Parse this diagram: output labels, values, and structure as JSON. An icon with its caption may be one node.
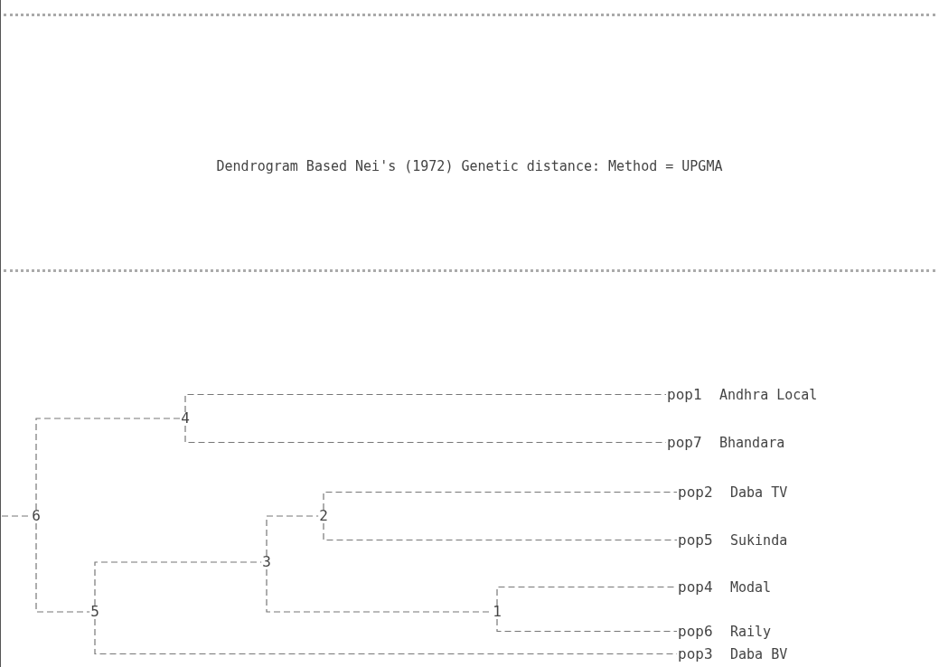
{
  "diagram": {
    "title": "Dendrogram Based Nei's (1972) Genetic distance: Method = UPGMA",
    "nodes": [
      {
        "text": [
          "pop1"
        ],
        "beside": [
          "Andhra Local"
        ]
      },
      {
        "text": [
          "4"
        ]
      },
      {
        "text": [
          "pop7"
        ],
        "beside": [
          "Bhandara"
        ]
      },
      {
        "text": [
          "pop2"
        ],
        "beside": [
          "Daba TV"
        ]
      },
      {
        "text": [
          "6"
        ]
      },
      {
        "text": [
          "2"
        ]
      },
      {
        "text": [
          "pop5"
        ],
        "beside": [
          "Sukinda"
        ]
      },
      {
        "text": [
          "3"
        ]
      },
      {
        "text": [
          "pop4"
        ],
        "beside": [
          "Modal"
        ]
      },
      {
        "text": [
          "5"
        ]
      },
      {
        "text": [
          "1"
        ]
      },
      {
        "text": [
          "pop6"
        ],
        "beside": [
          "Raily"
        ]
      },
      {
        "text": [
          "pop3"
        ],
        "beside": [
          "Daba BV"
        ]
      }
    ],
    "edges": [
      {
        "from": null,
        "to": 4,
        "arrow": "none",
        "style": "dashed"
      },
      {
        "from": 4,
        "to": 1,
        "arrow": "none",
        "style": "dashed"
      },
      {
        "from": 4,
        "to": 9,
        "arrow": "none",
        "style": "dashed"
      },
      {
        "from": 1,
        "to": 0,
        "arrow": "none",
        "style": "dashed"
      },
      {
        "from": 1,
        "to": 2,
        "arrow": "none",
        "style": "dashed"
      },
      {
        "from": 9,
        "to": 7,
        "arrow": "none",
        "style": "dashed"
      },
      {
        "from": 9,
        "to": 12,
        "arrow": "none",
        "style": "dashed"
      },
      {
        "from": 7,
        "to": 5,
        "arrow": "none",
        "style": "dashed"
      },
      {
        "from": 7,
        "to": 10,
        "arrow": "none",
        "style": "dashed"
      },
      {
        "from": 5,
        "to": 3,
        "arrow": "none",
        "style": "dashed"
      },
      {
        "from": 5,
        "to": 6,
        "arrow": "none",
        "style": "dashed"
      },
      {
        "from": 10,
        "to": 8,
        "arrow": "none",
        "style": "dashed"
      },
      {
        "from": 10,
        "to": 11,
        "arrow": "none",
        "style": "dashed"
      }
    ]
  }
}
